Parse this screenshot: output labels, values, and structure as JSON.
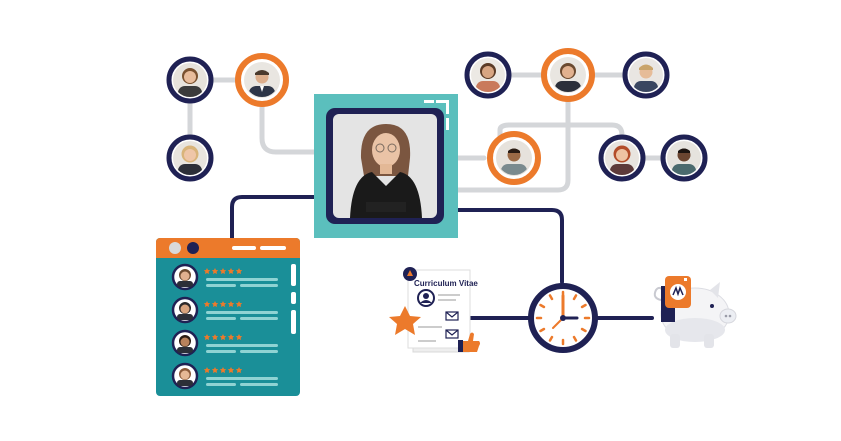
{
  "colors": {
    "navy": "#1f2154",
    "orange": "#ec7a2b",
    "teal": "#5bbfbd",
    "teal_dark": "#1a8f98",
    "gray_line": "#d4d6d9",
    "white": "#ffffff"
  },
  "network": {
    "featured_person": {
      "icon": "person-portrait",
      "highlight": true
    },
    "people": [
      {
        "id": "top-left-1",
        "ring": "navy"
      },
      {
        "id": "top-left-2",
        "ring": "orange"
      },
      {
        "id": "left-3",
        "ring": "navy"
      },
      {
        "id": "top-right-1",
        "ring": "navy"
      },
      {
        "id": "top-right-2",
        "ring": "orange"
      },
      {
        "id": "top-right-3",
        "ring": "navy"
      },
      {
        "id": "mid-right-1",
        "ring": "orange"
      },
      {
        "id": "mid-right-2",
        "ring": "navy"
      },
      {
        "id": "mid-right-3",
        "ring": "navy"
      }
    ]
  },
  "ranking_window": {
    "rows": [
      {
        "stars": 5
      },
      {
        "stars": 5
      },
      {
        "stars": 5
      },
      {
        "stars": 5
      }
    ]
  },
  "cv_card": {
    "title": "Curriculum Vitae",
    "icons": [
      "star-icon",
      "thumbs-up-icon",
      "mail-icon"
    ]
  },
  "clock": {
    "icon": "clock-icon"
  },
  "piggy_bank": {
    "icon": "piggy-bank-icon"
  }
}
